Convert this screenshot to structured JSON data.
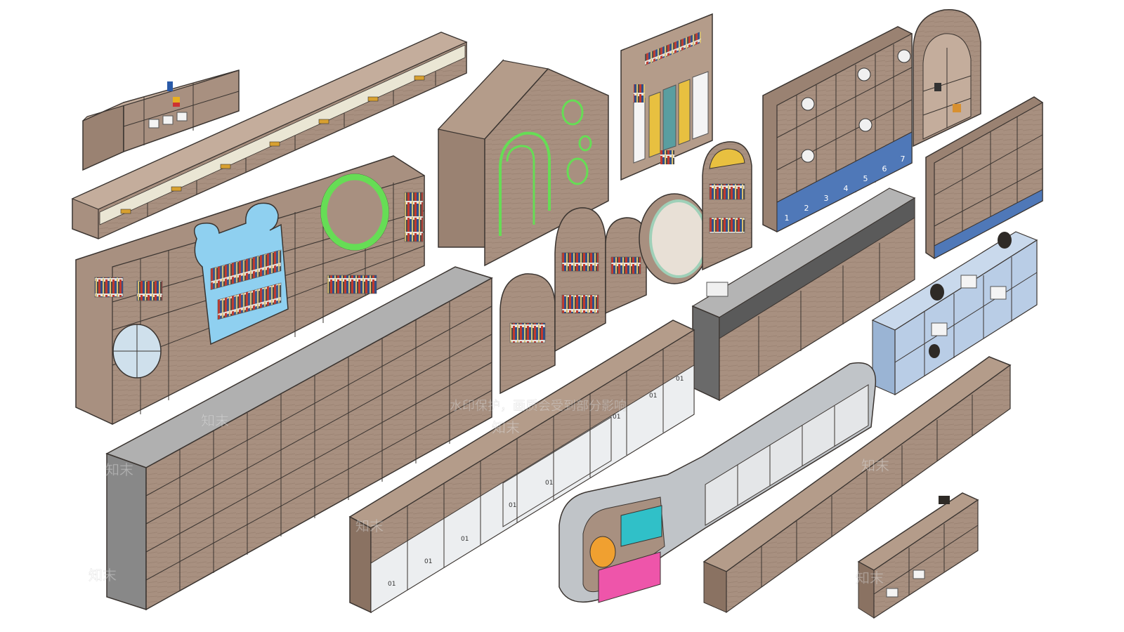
{
  "scene": {
    "subject": "furniture-render",
    "colors": {
      "background": "#ffffff",
      "wood": "#a89080",
      "wood_dark": "#8a7262",
      "wood_light": "#c4ad9c",
      "outline": "#3a3430",
      "white_door": "#eceef0",
      "blue": "#4f78b8",
      "light_blue": "#b9cde6",
      "green": "#66dd55",
      "sky": "#8cc8ee",
      "orange": "#f0a030",
      "pink": "#ee55aa",
      "teal": "#30c0c8",
      "gray_top": "#8a8a8a",
      "cream_drawer": "#eae6d4",
      "yellow": "#e8c040",
      "mint": "#9fd0b8"
    }
  },
  "labels": {
    "cube_numbers": [
      "1",
      "2",
      "3",
      "4",
      "5",
      "6",
      "7"
    ],
    "locker_code": "01"
  },
  "watermark": {
    "brand": "知末",
    "notice": "水印保护，画质会受到部分影响"
  }
}
